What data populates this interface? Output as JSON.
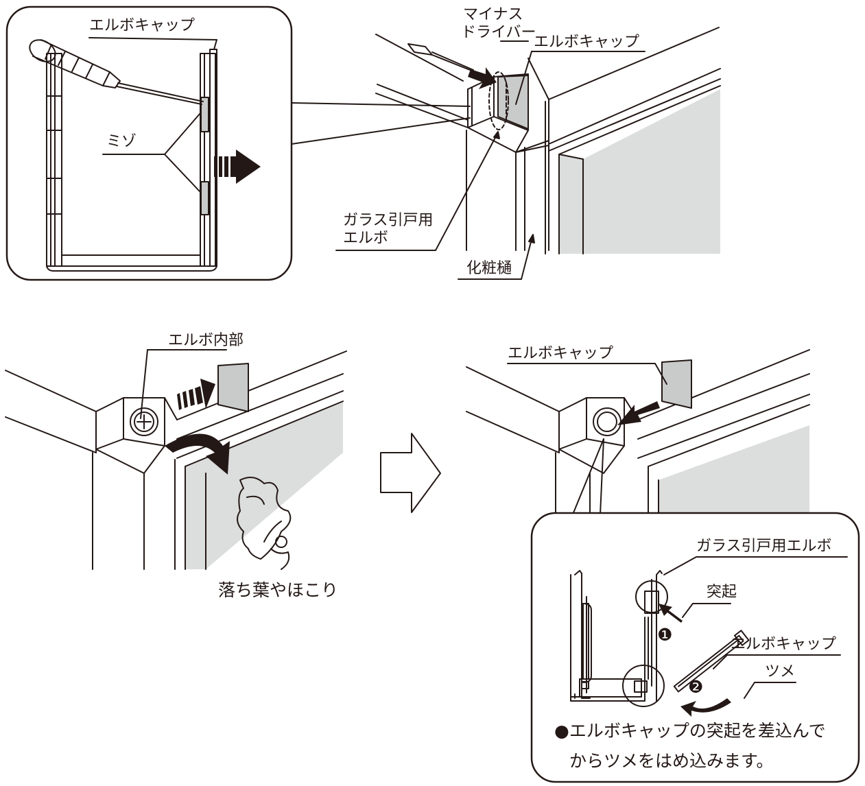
{
  "top_left_panel": {
    "label_elbow_cap": "エルボキャップ",
    "label_groove": "ミゾ"
  },
  "top_right_view": {
    "label_screwdriver_line1": "マイナス",
    "label_screwdriver_line2": "ドライバー",
    "label_elbow_cap": "エルボキャップ",
    "label_glass_elbow_line1": "ガラス引戸用",
    "label_glass_elbow_line2": "エルボ",
    "label_gutter": "化粧樋"
  },
  "bottom_left_view": {
    "label_elbow_inside": "エルボ内部",
    "label_leaves": "落ち葉やほこり"
  },
  "bottom_right_view": {
    "label_elbow_cap": "エルボキャップ"
  },
  "detail_panel": {
    "label_glass_elbow": "ガラス引戸用エルボ",
    "label_protrusion": "突起",
    "label_elbow_cap": "エルボキャップ",
    "label_claw": "ツメ",
    "step1": "❶",
    "step2": "❷",
    "note_line1": "●エルボキャップの突起を差込んで",
    "note_line2": "からツメをはめ込みます。"
  },
  "colors": {
    "line": "#231815",
    "shade": "#dcdddd",
    "cap_fill": "#c9caca"
  }
}
